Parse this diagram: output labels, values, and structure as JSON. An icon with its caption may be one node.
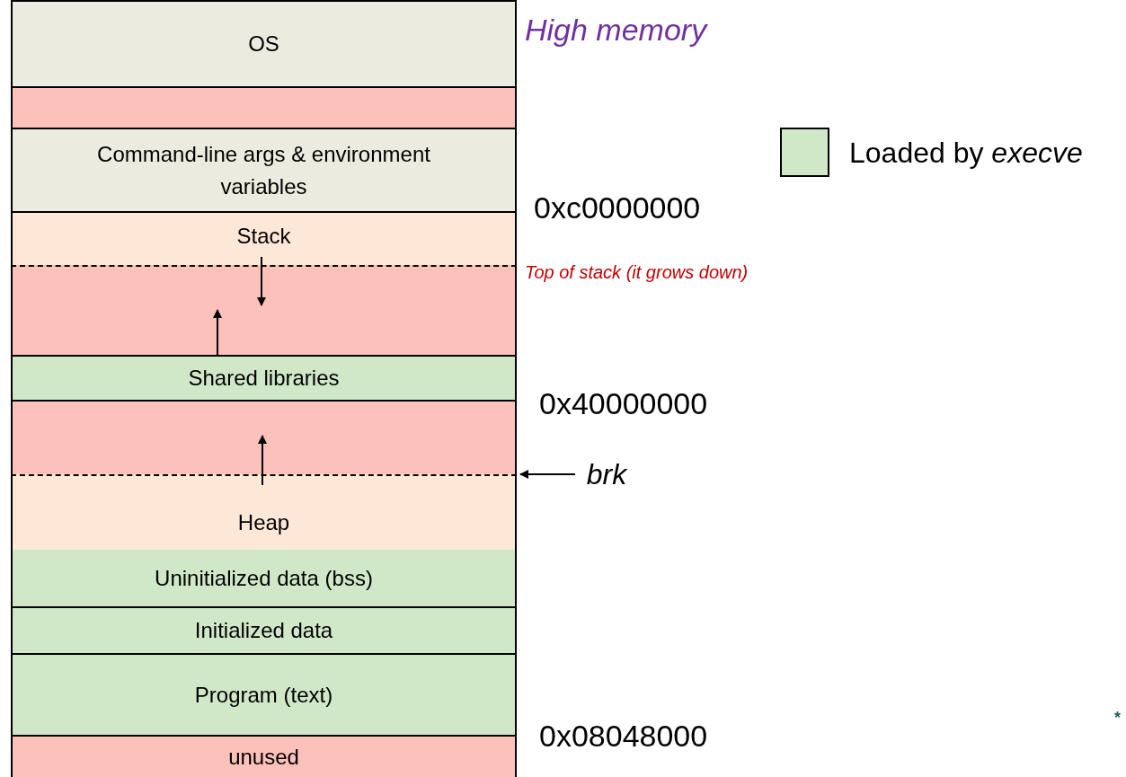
{
  "diagram": {
    "nodes": [
      {
        "text": [
          "OS"
        ]
      },
      {
        "text": [],
        "shape": "box"
      },
      {
        "text": [
          "Command-line args & environment variables"
        ]
      },
      {
        "text": [
          "Stack"
        ]
      },
      {
        "text": [],
        "shape": "box"
      },
      {
        "text": [
          "Shared libraries"
        ]
      },
      {
        "text": [],
        "shape": "box"
      },
      {
        "text": [
          "Heap"
        ]
      },
      {
        "text": [
          "Uninitialized data (bss)"
        ]
      },
      {
        "text": [
          "Initialized data"
        ]
      },
      {
        "text": [
          "Program (text)"
        ]
      },
      {
        "text": [
          "unused"
        ]
      },
      {
        "text": [
          "brk"
        ]
      }
    ],
    "edges": [
      {
        "from": 12,
        "to": 7,
        "arrow": "to"
      },
      {
        "from": 3,
        "to": 4,
        "arrow": "to"
      },
      {
        "from": 5,
        "to": 4,
        "arrow": "to"
      },
      {
        "from": 7,
        "to": 6,
        "arrow": "to"
      }
    ],
    "labels": [
      "High memory",
      "0xc0000000",
      "Top of stack (it grows down)",
      "0x40000000",
      "0x08048000",
      "*"
    ],
    "legend": [
      {
        "text": "Loaded by *execve*",
        "color": "#d0e8c8"
      }
    ]
  }
}
